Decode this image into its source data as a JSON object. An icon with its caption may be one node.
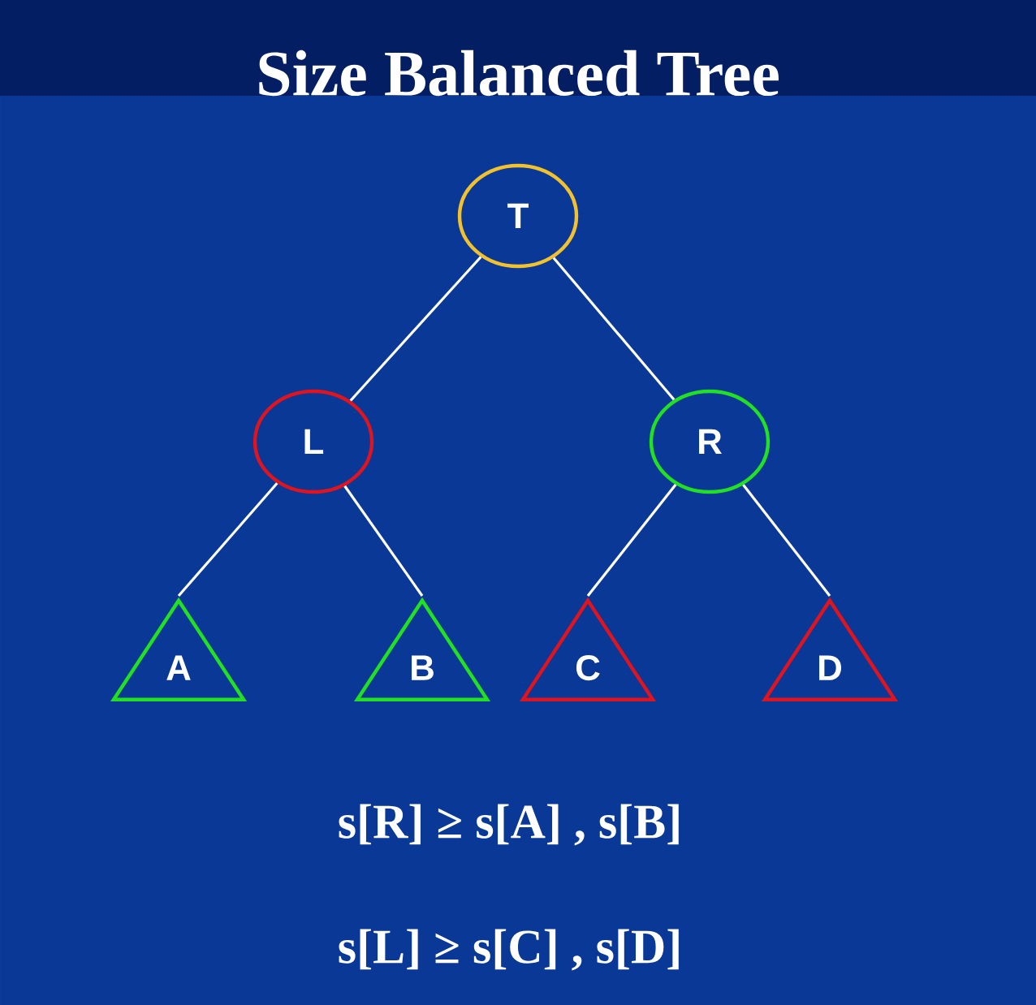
{
  "diagram": {
    "title": "Size Balanced Tree",
    "nodes": [
      {
        "text": [
          "T"
        ]
      },
      {
        "text": [
          "L"
        ]
      },
      {
        "text": [
          "R"
        ]
      },
      {
        "text": [
          "A"
        ]
      },
      {
        "text": [
          "B"
        ]
      },
      {
        "text": [
          "C"
        ]
      },
      {
        "text": [
          "D"
        ]
      }
    ],
    "edges": [
      {
        "from": 0,
        "to": 1,
        "arrow": "none"
      },
      {
        "from": 0,
        "to": 2,
        "arrow": "none"
      },
      {
        "from": 1,
        "to": 3,
        "arrow": "none"
      },
      {
        "from": 1,
        "to": 4,
        "arrow": "none"
      },
      {
        "from": 2,
        "to": 5,
        "arrow": "none"
      },
      {
        "from": 2,
        "to": 6,
        "arrow": "none"
      }
    ],
    "labels": [
      "s[R] ≥ s[A] , s[B]",
      "s[L] ≥ s[C] , s[D]"
    ]
  }
}
